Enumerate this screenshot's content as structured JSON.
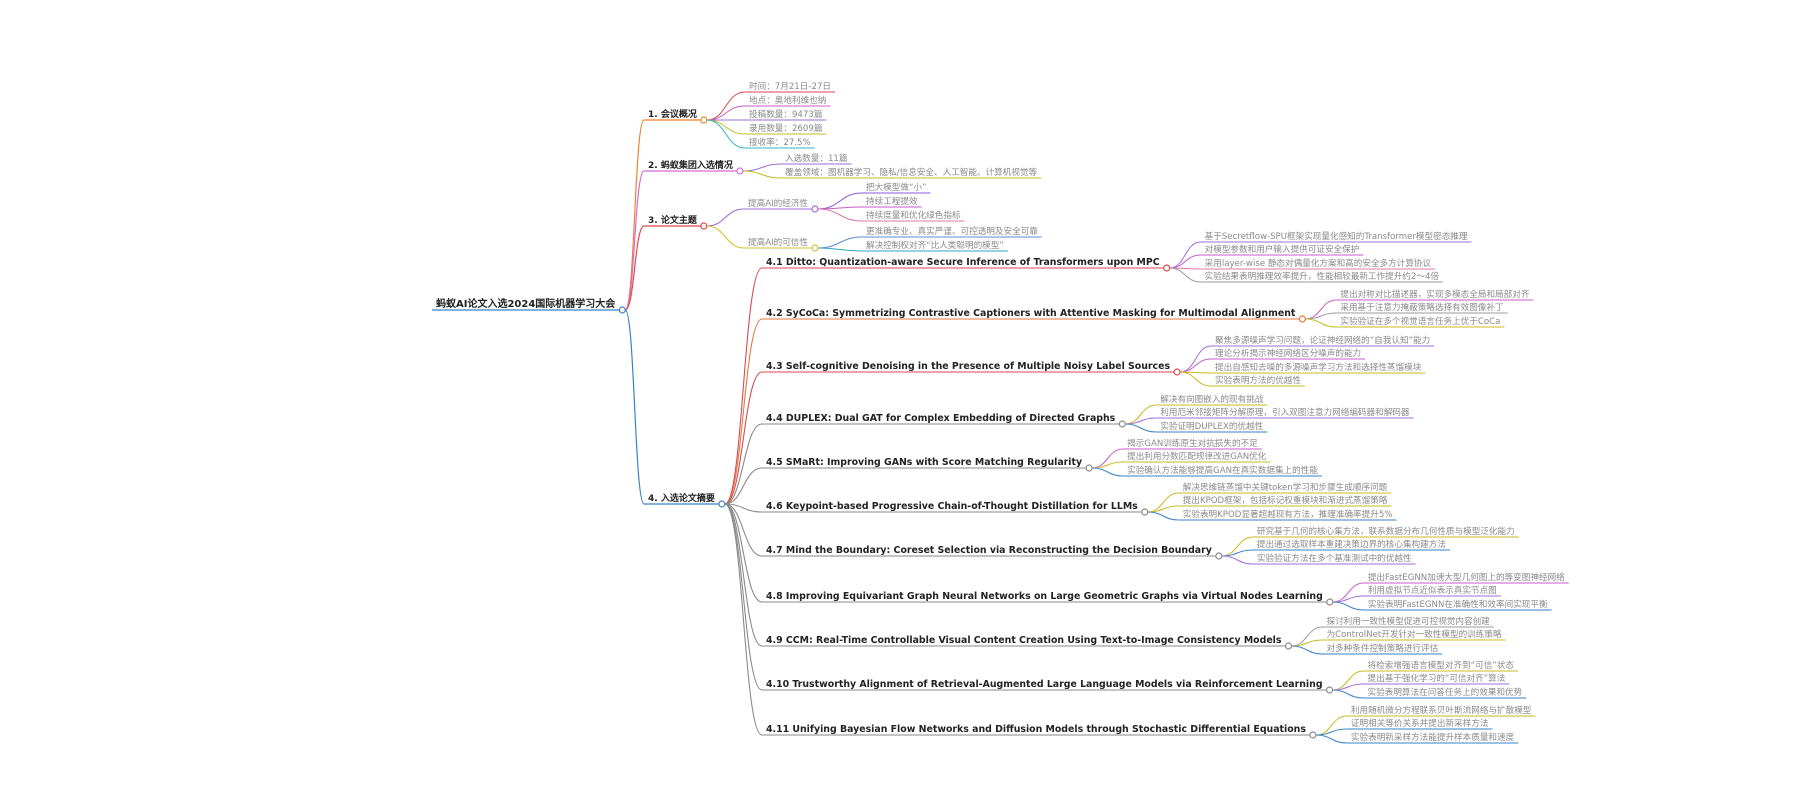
{
  "root": {
    "label": "蚂蚁AI论文入选2024国际机器学习大会"
  },
  "branches": [
    {
      "key": "b1",
      "label": "1. 会议概况",
      "color": "#f0822b",
      "children": [
        {
          "label": "时间：7月21日-27日",
          "color": "#d94a52"
        },
        {
          "label": "地点：奥地利维也纳",
          "color": "#c75ec9"
        },
        {
          "label": "投稿数量：9473篇",
          "color": "#9a6fd1"
        },
        {
          "label": "录用数量：2609篇",
          "color": "#c9b81f"
        },
        {
          "label": "接收率：27.5%",
          "color": "#2fb3c9"
        }
      ]
    },
    {
      "key": "b2",
      "label": "2. 蚂蚁集团入选情况",
      "color": "#d76bd6",
      "children": [
        {
          "label": "入选数量：11篇",
          "color": "#9a6fd1"
        },
        {
          "label": "覆盖领域：图机器学习、隐私/信息安全、人工智能、计算机视觉等",
          "color": "#c9b81f"
        }
      ]
    },
    {
      "key": "b3",
      "label": "3. 论文主题",
      "color": "#e04848",
      "subgroups": [
        {
          "label": "提高AI的经济性",
          "color": "#a26bdc",
          "children": [
            {
              "label": "把大模型做“小”",
              "color": "#8a5bd8"
            },
            {
              "label": "持续工程提效",
              "color": "#c75ec9"
            },
            {
              "label": "持续度量和优化绿色指标",
              "color": "#e07aa8"
            }
          ]
        },
        {
          "label": "提高AI的可信性",
          "color": "#d4c233",
          "children": [
            {
              "label": "更准确专业、真实严谨、可控透明及安全可靠",
              "color": "#5b8fd6"
            },
            {
              "label": "解决控制权对齐“比人类聪明的模型”",
              "color": "#2fa6c9"
            }
          ]
        }
      ]
    },
    {
      "key": "b4",
      "label": "4. 入选论文摘要",
      "color": "#3a82c8",
      "papers": [
        {
          "title": "4.1 Ditto: Quantization-aware Secure Inference of Transformers upon MPC",
          "color": "#d94a52",
          "notes": [
            {
              "label": "基于Secretflow-SPU框架实现量化感知的Transformer模型密态推理",
              "color": "#a26bdc"
            },
            {
              "label": "对模型参数和用户输入提供可证安全保护",
              "color": "#c75ec9"
            },
            {
              "label": "采用layer-wise 静态对偶量化方案和高的安全多方计算协议",
              "color": "#e07aa8"
            },
            {
              "label": "实验结果表明推理效率提升，性能相较最新工作提升约2～4倍",
              "color": "#9b9b9b"
            }
          ]
        },
        {
          "title": "4.2 SyCoCa: Symmetrizing Contrastive Captioners with Attentive Masking for Multimodal Alignment",
          "color": "#e07a3a",
          "notes": [
            {
              "label": "提出对称对比描述器，实现多模态全局和局部对齐",
              "color": "#c75ec9"
            },
            {
              "label": "采用基于注意力掩蔽策略选择有效图像补丁",
              "color": "#9b9b9b"
            },
            {
              "label": "实验验证在多个视觉语言任务上优于CoCa",
              "color": "#c9b81f"
            }
          ]
        },
        {
          "title": "4.3 Self-cognitive Denoising in the Presence of Multiple Noisy Label Sources",
          "color": "#d94a52",
          "notes": [
            {
              "label": "聚焦多源噪声学习问题，论证神经网络的“自我认知”能力",
              "color": "#a26bdc"
            },
            {
              "label": "理论分析揭示神经网络区分噪声的能力",
              "color": "#c75ec9"
            },
            {
              "label": "提出自感知去噪的多源噪声学习方法和选择性蒸馏模块",
              "color": "#c9b81f"
            },
            {
              "label": "实验表明方法的优越性",
              "color": "#c9b81f"
            }
          ]
        },
        {
          "title": "4.4 DUPLEX: Dual GAT for Complex Embedding of Directed Graphs",
          "color": "#8a8a8a",
          "notes": [
            {
              "label": "解决有向图嵌入的现有挑战",
              "color": "#c9b81f"
            },
            {
              "label": "利用厄米邻接矩阵分解原理，引入双图注意力网络编码器和解码器",
              "color": "#a26bdc"
            },
            {
              "label": "实验证明DUPLEX的优越性",
              "color": "#3a82c8"
            }
          ]
        },
        {
          "title": "4.5 SMaRt: Improving GANs with Score Matching Regularity",
          "color": "#8a8a8a",
          "notes": [
            {
              "label": "揭示GAN训练原生对抗损失的不足",
              "color": "#c75ec9"
            },
            {
              "label": "提出利用分数匹配规律改进GAN优化",
              "color": "#c9b81f"
            },
            {
              "label": "实验确认方法能够提高GAN在真实数据集上的性能",
              "color": "#3a82c8"
            }
          ]
        },
        {
          "title": "4.6 Keypoint-based Progressive Chain-of-Thought Distillation for LLMs",
          "color": "#8a8a8a",
          "notes": [
            {
              "label": "解决思维链蒸馏中关键token学习和步骤生成顺序问题",
              "color": "#c9b81f"
            },
            {
              "label": "提出KPOD框架，包括标记权重模块和渐进式蒸馏策略",
              "color": "#c9b81f"
            },
            {
              "label": "实验表明KPOD显著超越现有方法，推理准确率提升5%",
              "color": "#3a82c8"
            }
          ]
        },
        {
          "title": "4.7 Mind the Boundary: Coreset Selection via Reconstructing the Decision Boundary",
          "color": "#8a8a8a",
          "notes": [
            {
              "label": "研究基于几何的核心集方法，联系数据分布几何性质与模型泛化能力",
              "color": "#c9b81f"
            },
            {
              "label": "提出通过选取样本重建决策边界的核心集构建方法",
              "color": "#3a82c8"
            },
            {
              "label": "实验验证方法在多个基准测试中的优越性",
              "color": "#a26bdc"
            }
          ]
        },
        {
          "title": "4.8 Improving Equivariant Graph Neural Networks on Large Geometric Graphs via Virtual Nodes Learning",
          "color": "#8a8a8a",
          "notes": [
            {
              "label": "提出FastEGNN加速大型几何图上的等变图神经网络",
              "color": "#c75ec9"
            },
            {
              "label": "利用虚拟节点近似表示真实节点图",
              "color": "#a26bdc"
            },
            {
              "label": "实验表明FastEGNN在准确性和效率间实现平衡",
              "color": "#3a82c8"
            }
          ]
        },
        {
          "title": "4.9 CCM: Real-Time Controllable Visual Content Creation Using Text-to-Image Consistency Models",
          "color": "#8a8a8a",
          "notes": [
            {
              "label": "探讨利用一致性模型促进可控视觉内容创建",
              "color": "#9b9b9b"
            },
            {
              "label": "为ControlNet开发针对一致性模型的训练策略",
              "color": "#c9b81f"
            },
            {
              "label": "对多种条件控制策略进行评估",
              "color": "#3a82c8"
            }
          ]
        },
        {
          "title": "4.10 Trustworthy Alignment of Retrieval-Augmented Large Language Models via Reinforcement Learning",
          "color": "#8a8a8a",
          "notes": [
            {
              "label": "将检索增强语言模型对齐到“可信”状态",
              "color": "#c9b81f"
            },
            {
              "label": "提出基于强化学习的“可信对齐”算法",
              "color": "#a26bdc"
            },
            {
              "label": "实验表明算法在问答任务上的效果和优势",
              "color": "#3a82c8"
            }
          ]
        },
        {
          "title": "4.11 Unifying Bayesian Flow Networks and Diffusion Models through Stochastic Differential Equations",
          "color": "#8a8a8a",
          "notes": [
            {
              "label": "利用随机微分方程联系贝叶斯流网络与扩散模型",
              "color": "#c9b81f"
            },
            {
              "label": "证明相关等价关系并提出新采样方法",
              "color": "#3a82c8"
            },
            {
              "label": "实验表明新采样方法能提升样本质量和速度",
              "color": "#3a82c8"
            }
          ]
        }
      ]
    }
  ]
}
